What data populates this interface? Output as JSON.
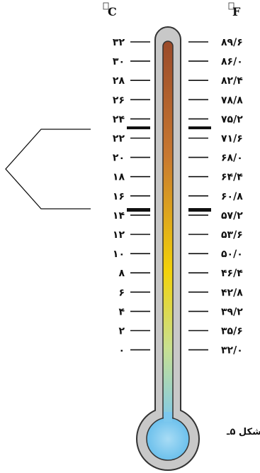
{
  "units": {
    "celsius": "C",
    "fahrenheit": "F"
  },
  "caption": "شکل ۵ـ",
  "scale": {
    "celsius": [
      "۳۲",
      "۳۰",
      "۲۸",
      "۲۶",
      "۲۴",
      "۲۲",
      "۲۰",
      "۱۸",
      "۱۶",
      "۱۴",
      "۱۲",
      "۱۰",
      "۸",
      "۶",
      "۴",
      "۲",
      "۰"
    ],
    "fahrenheit": [
      "۸۹/۶",
      "۸۶/۰",
      "۸۲/۴",
      "۷۸/۸",
      "۷۵/۲",
      "۷۱/۶",
      "۶۸/۰",
      "۶۴/۴",
      "۶۰/۸",
      "۵۷/۲",
      "۵۳/۶",
      "۵۰/۰",
      "۴۶/۴",
      "۴۲/۸",
      "۳۹/۲",
      "۳۵/۶",
      "۳۲/۰"
    ]
  },
  "highlighted_range_celsius": [
    "۱۸",
    "۲۴"
  ],
  "colors": {
    "tube_border": "#333333",
    "tube_fill": "#c8c8c8",
    "liquid_top": "#9a4a2a",
    "liquid_mid": "#f2d20a",
    "liquid_bottom": "#7cc8ee",
    "tick": "#111111"
  }
}
